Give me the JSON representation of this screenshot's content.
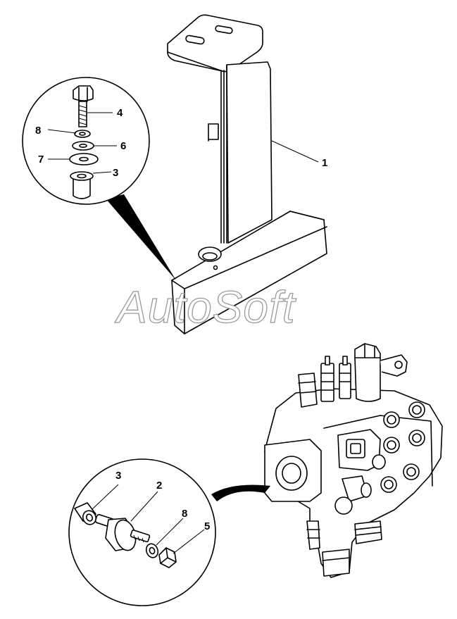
{
  "watermark": "AutoSoft",
  "upper_callouts": {
    "bracket": "1",
    "bolt": "4",
    "washer_small": "8",
    "washer_medium": "6",
    "washer_large": "7",
    "bushing": "3"
  },
  "lower_callouts": {
    "bushing": "3",
    "isolator": "2",
    "washer": "8",
    "nut": "5"
  }
}
